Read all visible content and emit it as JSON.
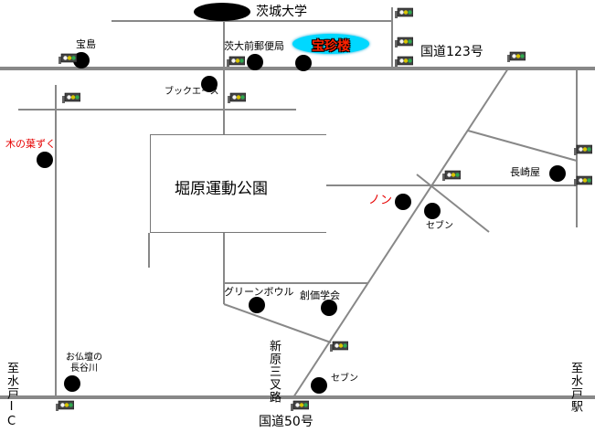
{
  "map": {
    "landmarks": {
      "university": "茨城大学",
      "post_office": "茨大前郵便局",
      "highlight_shop": "宝珍楼",
      "route123": "国道123号",
      "route50": "国道50号",
      "takarajima": "宝島",
      "book_ace": "ブックエース",
      "kinohazuku": "木の葉ずく",
      "park": "堀原運動公園",
      "non": "ノン",
      "seven_upper": "セブン",
      "nagasakiya": "長崎屋",
      "green_bowl": "グリーンボウル",
      "soka_gakkai": "創価学会",
      "butsudan": "お仏壇の\n長谷川",
      "seven_lower": "セブン",
      "shinhara_sansaro": "新原三叉路",
      "to_mito_ic": "至水戸IC",
      "to_mito_station": "至水戸駅"
    },
    "colors": {
      "road": "#888888",
      "label": "#000000",
      "highlight_label": "#e60000",
      "shop_fill": "#00d8ff",
      "shop_text": "#ff2200"
    },
    "icons": {
      "traffic_light": "traffic-light-icon",
      "shop_marker": "shop-dot-icon",
      "university_marker": "university-marker-icon"
    }
  }
}
